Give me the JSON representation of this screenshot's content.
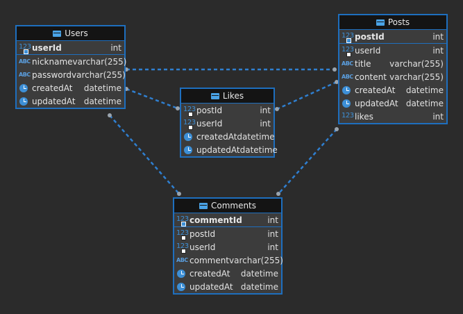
{
  "tables": {
    "users": {
      "title": "Users",
      "columns": [
        {
          "name": "userId",
          "type": "int",
          "kind": "num",
          "pk": true
        },
        {
          "name": "nickname",
          "type": "varchar(255)",
          "kind": "str"
        },
        {
          "name": "password",
          "type": "varchar(255)",
          "kind": "str"
        },
        {
          "name": "createdAt",
          "type": "datetime",
          "kind": "date"
        },
        {
          "name": "updatedAt",
          "type": "datetime",
          "kind": "date"
        }
      ]
    },
    "posts": {
      "title": "Posts",
      "columns": [
        {
          "name": "postId",
          "type": "int",
          "kind": "num",
          "pk": true
        },
        {
          "name": "userId",
          "type": "int",
          "kind": "num",
          "fk": true
        },
        {
          "name": "title",
          "type": "varchar(255)",
          "kind": "str"
        },
        {
          "name": "content",
          "type": "varchar(255)",
          "kind": "str"
        },
        {
          "name": "createdAt",
          "type": "datetime",
          "kind": "date"
        },
        {
          "name": "updatedAt",
          "type": "datetime",
          "kind": "date"
        },
        {
          "name": "likes",
          "type": "int",
          "kind": "num"
        }
      ]
    },
    "likes": {
      "title": "Likes",
      "columns": [
        {
          "name": "postId",
          "type": "int",
          "kind": "num",
          "fk": true
        },
        {
          "name": "userId",
          "type": "int",
          "kind": "num",
          "fk": true
        },
        {
          "name": "createdAt",
          "type": "datetime",
          "kind": "date"
        },
        {
          "name": "updatedAt",
          "type": "datetime",
          "kind": "date"
        }
      ]
    },
    "comments": {
      "title": "Comments",
      "columns": [
        {
          "name": "commentId",
          "type": "int",
          "kind": "num",
          "pk": true
        },
        {
          "name": "postId",
          "type": "int",
          "kind": "num",
          "fk": true
        },
        {
          "name": "userId",
          "type": "int",
          "kind": "num",
          "fk": true
        },
        {
          "name": "comment",
          "type": "varchar(255)",
          "kind": "str"
        },
        {
          "name": "createdAt",
          "type": "datetime",
          "kind": "date"
        },
        {
          "name": "updatedAt",
          "type": "datetime",
          "kind": "date"
        }
      ]
    }
  },
  "relationships": [
    {
      "from": "users",
      "to": "posts"
    },
    {
      "from": "users",
      "to": "likes"
    },
    {
      "from": "users",
      "to": "comments"
    },
    {
      "from": "posts",
      "to": "likes"
    },
    {
      "from": "posts",
      "to": "comments"
    }
  ],
  "colors": {
    "background": "#2b2b2b",
    "entity_border": "#1e6fbf",
    "entity_body": "#3c3c3c",
    "entity_header": "#141414",
    "link": "#2f7fd0"
  }
}
